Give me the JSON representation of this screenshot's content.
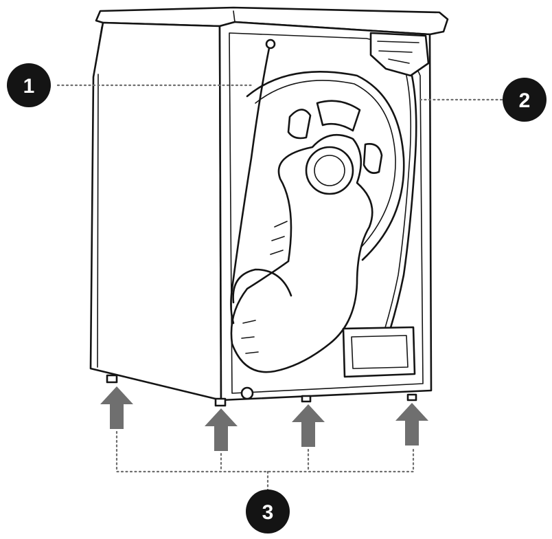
{
  "colors": {
    "ink": "#141414",
    "arrow": "#6f6f6f",
    "leader": "#6e6e6e",
    "callout_fill": "#141414",
    "callout_text": "#ffffff"
  },
  "callouts": [
    {
      "label": "1"
    },
    {
      "label": "2"
    },
    {
      "label": "3"
    }
  ],
  "arrows": {
    "count": 4,
    "direction": "up"
  }
}
